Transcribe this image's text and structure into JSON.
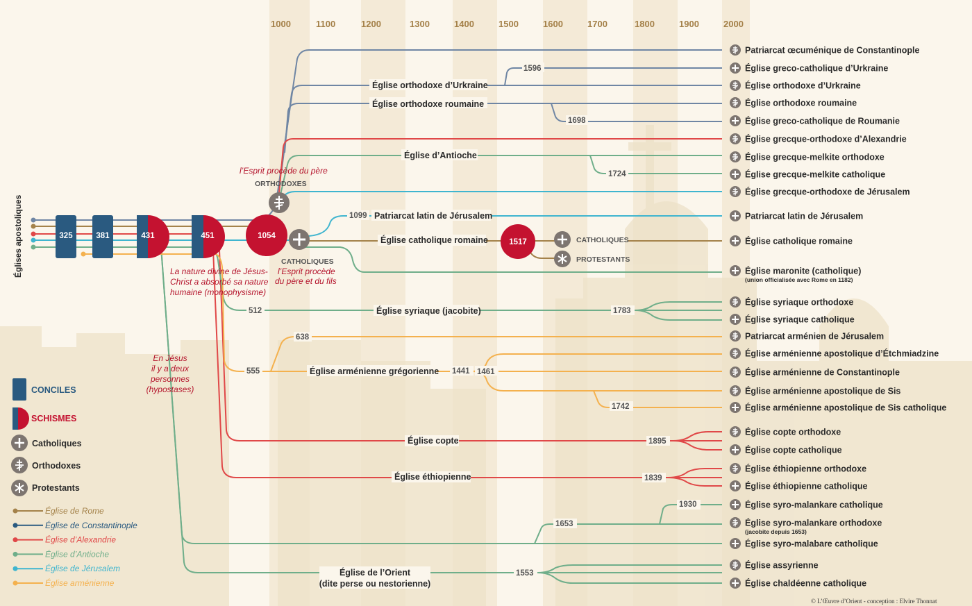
{
  "vertical_title": "Églises apostoliques",
  "years": [
    "1000",
    "1100",
    "1200",
    "1300",
    "1400",
    "1500",
    "1600",
    "1700",
    "1800",
    "1900",
    "2000"
  ],
  "colors": {
    "rome": "#a4824a",
    "constantinople": "#6f86a4",
    "alexandrie": "#e04848",
    "antioche": "#6fae8a",
    "jerusalem": "#3fb5cf",
    "armenienne": "#f4b14e",
    "concile": "#2a5a80",
    "schisme": "#c41230",
    "icon_gray": "#7d7570"
  },
  "councils": [
    {
      "label": "325",
      "kind": "concile"
    },
    {
      "label": "381",
      "kind": "concile"
    },
    {
      "label": "431",
      "kind": "half"
    },
    {
      "label": "451",
      "kind": "half"
    },
    {
      "label": "1054",
      "kind": "schisme"
    },
    {
      "label": "1517",
      "kind": "schisme"
    }
  ],
  "notes": {
    "esprit_pere": "l’Esprit procède du père",
    "orthodoxes": "ORTHODOXES",
    "catholiques_1054": "CATHOLIQUES",
    "esprit_fils": [
      "l’Esprit procède",
      "du père et du fils"
    ],
    "monophysisme": [
      "La nature divine de Jésus-",
      "Christ a absorbé sa nature",
      "humaine (monophysisme)"
    ],
    "deux_personnes": [
      "En Jésus",
      "il y a deux",
      "personnes",
      "(hypostases)"
    ],
    "catholiques_1517": "CATHOLIQUES",
    "protestants_1517": "PROTESTANTS"
  },
  "branch_labels": {
    "ukraine": "Église orthodoxe d’Urkraine",
    "roumaine": "Église orthodoxe roumaine",
    "antioche": "Église d’Antioche",
    "patriarcat_latin": "Patriarcat latin de Jérusalem",
    "catholique_romaine": "Église catholique romaine",
    "syriaque": "Église syriaque (jacobite)",
    "armenienne": "Église arménienne grégorienne",
    "copte": "Église copte",
    "ethiopienne": "Église éthiopienne",
    "orient_1": "Église de l’Orient",
    "orient_2": "(dite perse ou nestorienne)"
  },
  "dates": {
    "d1596": "1596",
    "d1698": "1698",
    "d1724": "1724",
    "d1099": "1099",
    "d512": "512",
    "d1783": "1783",
    "d638": "638",
    "d555": "555",
    "d1441": "1441",
    "d1461": "1461",
    "d1742": "1742",
    "d1895": "1895",
    "d1839": "1839",
    "d1930": "1930",
    "d1653": "1653",
    "d1553": "1553"
  },
  "endpoints": [
    {
      "label": "Patriarcat œcuménique de Constantinople",
      "icon": "orthodox"
    },
    {
      "label": "Église greco-catholique d’Urkraine",
      "icon": "catholic"
    },
    {
      "label": "Église orthodoxe d’Urkraine",
      "icon": "orthodox"
    },
    {
      "label": "Église orthodoxe roumaine",
      "icon": "orthodox"
    },
    {
      "label": "Église greco-catholique de Roumanie",
      "icon": "catholic"
    },
    {
      "label": "Église grecque-orthodoxe d’Alexandrie",
      "icon": "orthodox"
    },
    {
      "label": "Église grecque-melkite orthodoxe",
      "icon": "orthodox"
    },
    {
      "label": "Église grecque-melkite catholique",
      "icon": "catholic"
    },
    {
      "label": "Église grecque-orthodoxe de Jérusalem",
      "icon": "orthodox"
    },
    {
      "label": "Patriarcat latin de Jérusalem",
      "icon": "catholic"
    },
    {
      "label": "Église catholique romaine",
      "icon": "catholic"
    },
    {
      "label": "Église maronite (catholique)",
      "icon": "catholic",
      "sub": "(union officialisée avec Rome en 1182)"
    },
    {
      "label": "Église syriaque orthodoxe",
      "icon": "orthodox"
    },
    {
      "label": "Église syriaque catholique",
      "icon": "catholic"
    },
    {
      "label": "Patriarcat arménien de Jérusalem",
      "icon": "orthodox"
    },
    {
      "label": "Église arménienne apostolique d’Étchmiadzine",
      "icon": "orthodox"
    },
    {
      "label": "Église arménienne de Constantinople",
      "icon": "orthodox"
    },
    {
      "label": "Église arménienne apostolique de Sis",
      "icon": "orthodox"
    },
    {
      "label": "Église arménienne apostolique de Sis catholique",
      "icon": "catholic"
    },
    {
      "label": "Église copte orthodoxe",
      "icon": "orthodox"
    },
    {
      "label": "Église copte catholique",
      "icon": "catholic"
    },
    {
      "label": "Église éthiopienne orthodoxe",
      "icon": "orthodox"
    },
    {
      "label": "Église éthiopienne catholique",
      "icon": "catholic"
    },
    {
      "label": "Église syro-malankare catholique",
      "icon": "catholic"
    },
    {
      "label": "Église syro-malankare orthodoxe",
      "icon": "orthodox",
      "sub": "(jacobite depuis 1653)"
    },
    {
      "label": "Église syro-malabare catholique",
      "icon": "catholic"
    },
    {
      "label": "Église assyrienne",
      "icon": "orthodox"
    },
    {
      "label": "Église chaldéenne catholique",
      "icon": "catholic"
    }
  ],
  "legend": {
    "conciles": "CONCILES",
    "schismes": "SCHISMES",
    "catholiques": "Catholiques",
    "orthodoxes": "Orthodoxes",
    "protestants": "Protestants",
    "lines": [
      {
        "label": "Église de Rome",
        "color": "#a4824a"
      },
      {
        "label": "Église de Constantinople",
        "color": "#2a5a80"
      },
      {
        "label": "Église d’Alexandrie",
        "color": "#e04848"
      },
      {
        "label": "Église d’Antioche",
        "color": "#6fae8a"
      },
      {
        "label": "Église de Jérusalem",
        "color": "#3fb5cf"
      },
      {
        "label": "Église arménienne",
        "color": "#f4b14e"
      }
    ]
  },
  "credit": "© L’Œuvre d’Orient - conception : Elvire Thonnat"
}
